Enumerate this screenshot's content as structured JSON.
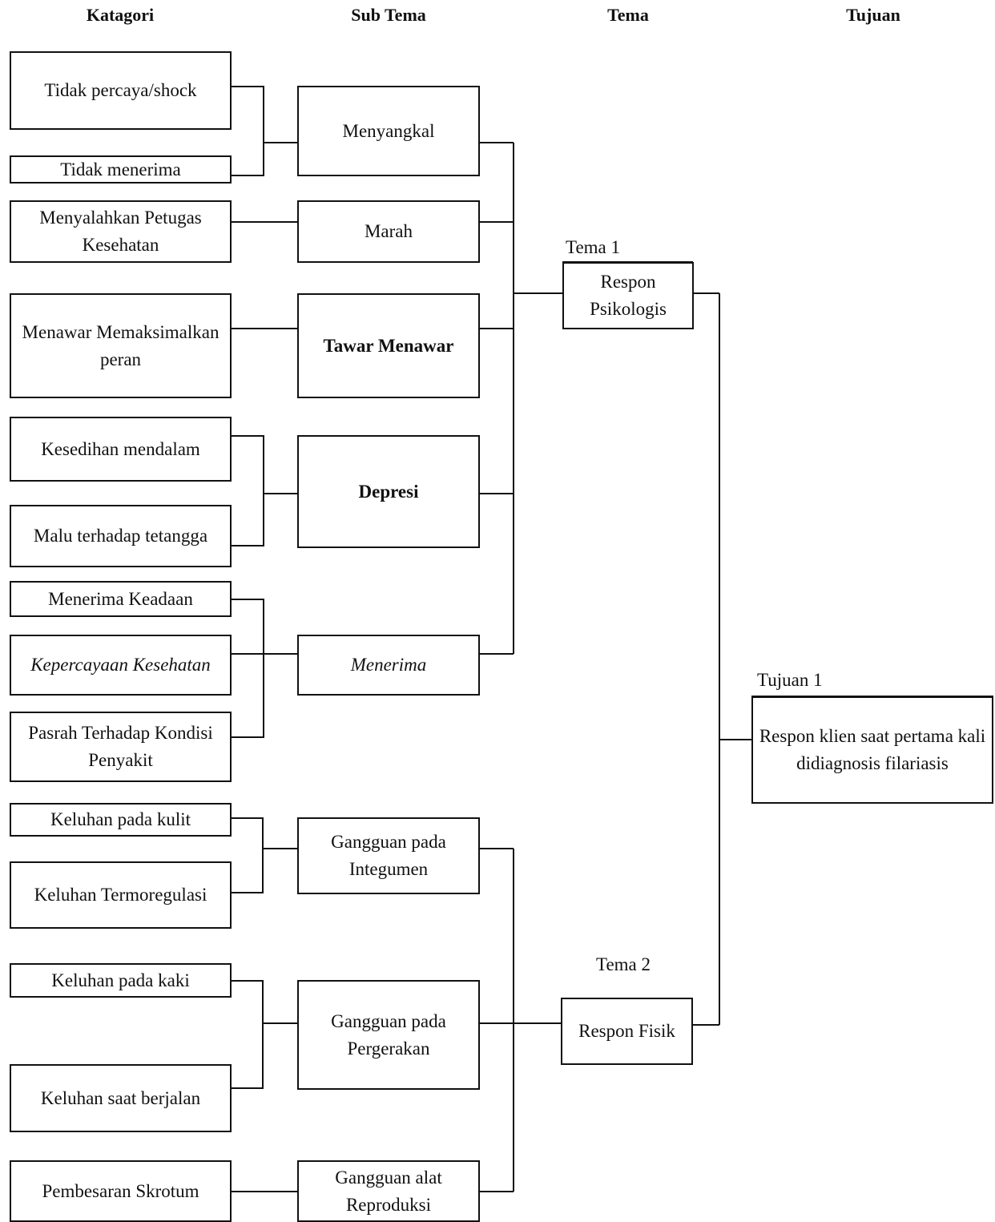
{
  "headers": {
    "kategori": "Katagori",
    "sub_tema": "Sub Tema",
    "tema": "Tema",
    "tujuan": "Tujuan"
  },
  "kategori": [
    "Tidak percaya/shock",
    "Tidak menerima",
    "Menyalahkan Petugas Kesehatan",
    "Menawar Memaksimalkan peran",
    "Kesedihan mendalam",
    "Malu terhadap tetangga",
    "Menerima Keadaan",
    "Kepercayaan Kesehatan",
    "Pasrah Terhadap Kondisi Penyakit",
    "Keluhan pada kulit",
    "Keluhan Termoregulasi",
    "Keluhan pada kaki",
    "Keluhan saat berjalan",
    "Pembesaran Skrotum"
  ],
  "sub_tema": [
    "Menyangkal",
    "Marah",
    "Tawar Menawar",
    "Depresi",
    "Menerima",
    "Gangguan pada Integumen",
    "Gangguan pada Pergerakan",
    "Gangguan alat Reproduksi"
  ],
  "tema": [
    {
      "caption": "Tema 1",
      "label": "Respon Psikologis"
    },
    {
      "caption": "Tema 2",
      "label": "Respon Fisik"
    }
  ],
  "tujuan": {
    "caption": "Tujuan 1",
    "label": "Respon klien saat pertama kali didiagnosis filariasis"
  }
}
